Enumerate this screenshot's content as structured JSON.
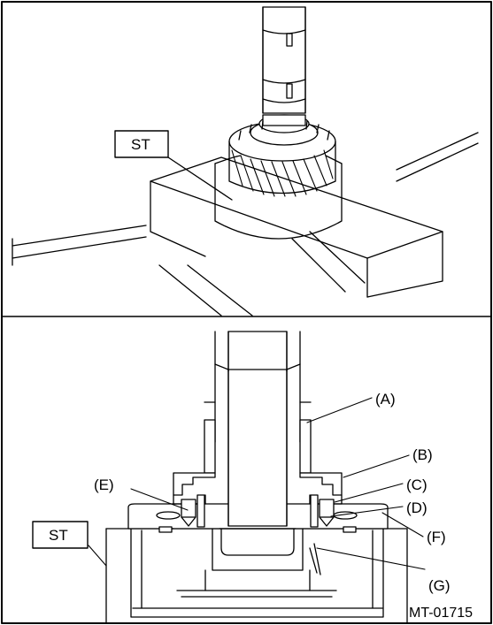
{
  "figure_id": "MT-01715",
  "top_view": {
    "tool_label": "ST"
  },
  "bottom_view": {
    "tool_label": "ST",
    "callouts": [
      "(A)",
      "(B)",
      "(C)",
      "(D)",
      "(E)",
      "(F)",
      "(G)"
    ]
  }
}
